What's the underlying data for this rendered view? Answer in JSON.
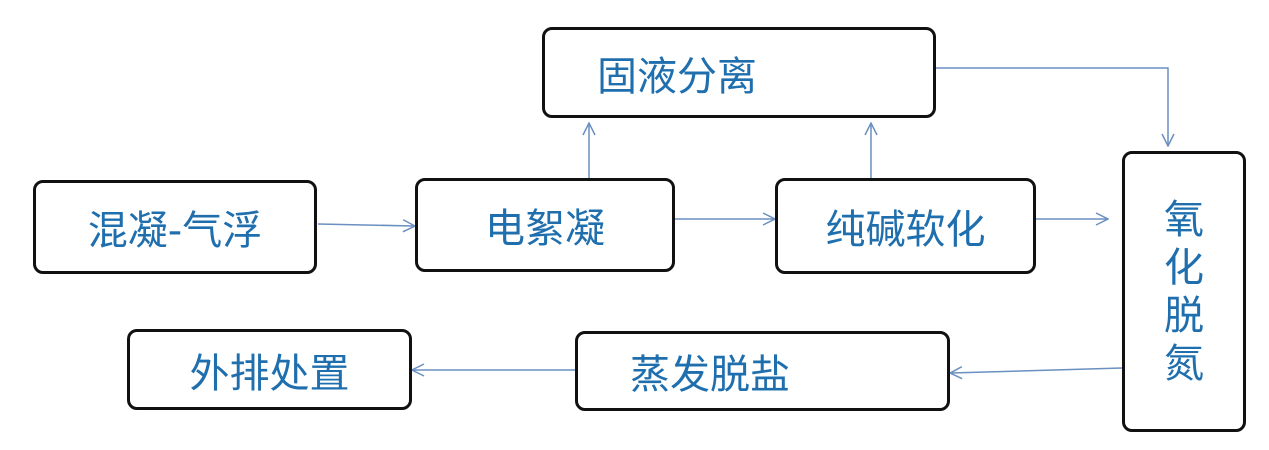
{
  "colors": {
    "text": "#1f6fae",
    "border": "#111111",
    "arrow": "#6a8fc0"
  },
  "boxes": {
    "coag_flot": "混凝-气浮",
    "electrocoag": "电絮凝",
    "solid_liquid": "固液分离",
    "soda_soften": "纯碱软化",
    "oxid_denitr": [
      "氧",
      "化",
      "脱",
      "氮"
    ],
    "evap_desalt": "蒸发脱盐",
    "discharge": "外排处置"
  }
}
